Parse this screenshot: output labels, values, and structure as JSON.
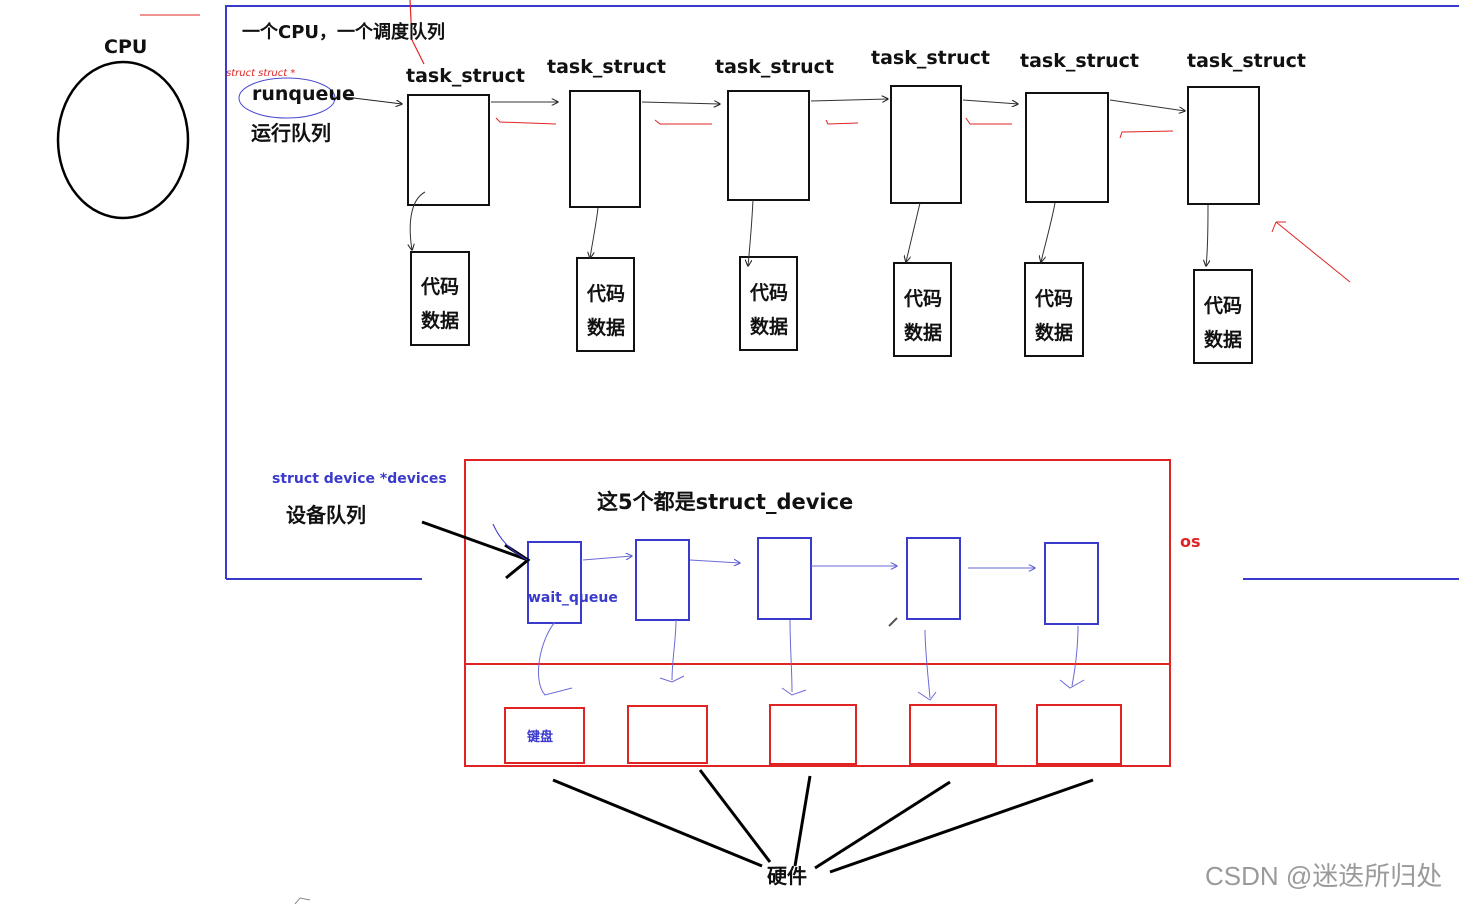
{
  "colors": {
    "black": "#111111",
    "blue": "#3a3acc",
    "red": "#e02424",
    "gray": "#9a9a9a"
  },
  "cpu": {
    "label": "CPU"
  },
  "os_box": {
    "title": "一个CPU，一个调度队列",
    "os_label": "os"
  },
  "runqueue": {
    "annotation": "struct struct *",
    "name": "runqueue",
    "chinese": "运行队列"
  },
  "tasks": [
    {
      "label": "task_struct",
      "code": "代码",
      "data": "数据"
    },
    {
      "label": "task_struct",
      "code": "代码",
      "data": "数据"
    },
    {
      "label": "task_struct",
      "code": "代码",
      "data": "数据"
    },
    {
      "label": "task_struct",
      "code": "代码",
      "data": "数据"
    },
    {
      "label": "task_struct",
      "code": "代码",
      "data": "数据"
    },
    {
      "label": "task_struct",
      "code": "代码",
      "data": "数据"
    }
  ],
  "devices": {
    "annotation": "struct device *devices",
    "chinese": "设备队列",
    "note": "这5个都是struct_device",
    "wait_queue": "wait_queue",
    "hardware_first": "键盘",
    "hardware_label": "硬件"
  },
  "watermark": "CSDN @迷迭所归处"
}
